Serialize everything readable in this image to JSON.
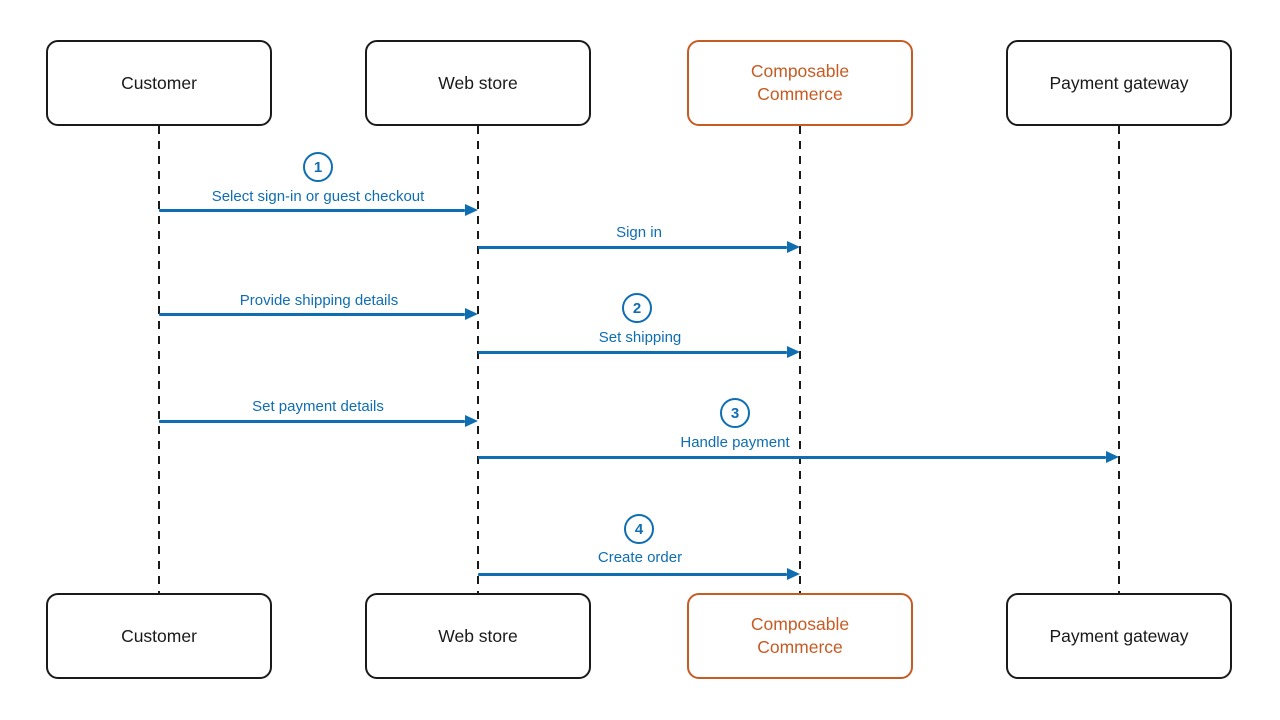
{
  "diagram": {
    "type": "sequence-diagram",
    "background": "#ffffff",
    "colors": {
      "message_blue": "#0f6eb2",
      "highlight_orange": "#c65c24",
      "actor_border": "#1a1a1a"
    },
    "actors": [
      {
        "id": "customer",
        "label": "Customer",
        "highlighted": false
      },
      {
        "id": "web-store",
        "label": "Web store",
        "highlighted": false
      },
      {
        "id": "composable-commerce",
        "label": "Composable Commerce",
        "highlighted": true
      },
      {
        "id": "payment-gateway",
        "label": "Payment gateway",
        "highlighted": false
      }
    ],
    "messages": [
      {
        "step": "1",
        "label": "Select sign-in or guest checkout",
        "from": "Customer",
        "to": "Web store"
      },
      {
        "label": "Sign in",
        "from": "Web store",
        "to": "Composable Commerce"
      },
      {
        "label": "Provide shipping details",
        "from": "Customer",
        "to": "Web store"
      },
      {
        "step": "2",
        "label": "Set shipping",
        "from": "Web store",
        "to": "Composable Commerce"
      },
      {
        "label": "Set payment details",
        "from": "Customer",
        "to": "Web store"
      },
      {
        "step": "3",
        "label": "Handle payment",
        "from": "Web store",
        "to": "Payment gateway"
      },
      {
        "step": "4",
        "label": "Create order",
        "from": "Web store",
        "to": "Composable Commerce"
      }
    ]
  }
}
